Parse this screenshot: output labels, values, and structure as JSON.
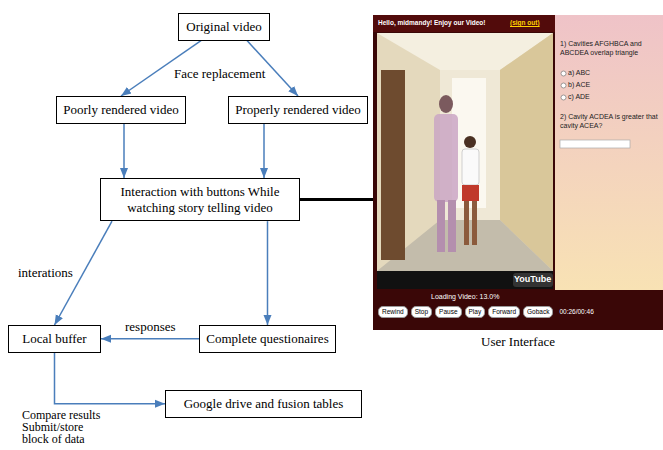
{
  "diagram": {
    "nodes": [
      {
        "text": [
          "Original video"
        ]
      },
      {
        "text": [
          "Poorly rendered video"
        ]
      },
      {
        "text": [
          "Properly rendered video"
        ]
      },
      {
        "text": [
          "Interaction with buttons While watching story telling video"
        ]
      },
      {
        "text": [
          "Local buffer"
        ]
      },
      {
        "text": [
          "Complete questionaires"
        ]
      },
      {
        "text": [
          "Google drive and fusion tables"
        ]
      },
      {
        "text": [
          "User Interface"
        ]
      }
    ],
    "edges": [
      {
        "from": 0,
        "to": 1,
        "arrow": "to"
      },
      {
        "from": 0,
        "to": 2,
        "arrow": "to"
      },
      {
        "from": 1,
        "to": 3,
        "arrow": "to"
      },
      {
        "from": 2,
        "to": 3,
        "arrow": "to"
      },
      {
        "from": 3,
        "to": 4,
        "label": "interations",
        "arrow": "to"
      },
      {
        "from": 3,
        "to": 5,
        "arrow": "to"
      },
      {
        "from": 5,
        "to": 4,
        "label": "responses",
        "arrow": "to"
      },
      {
        "from": 4,
        "to": 6,
        "arrow": "to"
      },
      {
        "from": 3,
        "to": 7,
        "arrow": "none"
      }
    ],
    "labels": [
      "Face replacement",
      "Compare results",
      "Submit/store",
      "block of data",
      "Hello, midmandy! Enjoy our Video!",
      "(sign out)",
      "YouTube",
      "Loading Video: 13.0%",
      "Rewind",
      "Stop",
      "Pause",
      "Play",
      "Forward",
      "Goback",
      "00:26/00:46",
      "1) Cavities AFGHBCA and ABCDEA overlap triangle",
      "a) ABC",
      "b) ACE",
      "c) ADE",
      "2) Cavity ACDEA is greater that cavity ACEA?"
    ]
  }
}
